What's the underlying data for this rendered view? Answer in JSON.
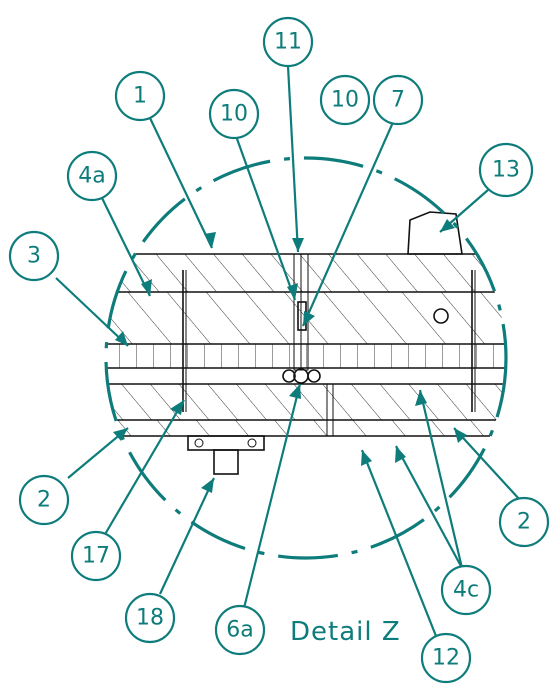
{
  "caption": "Detail Z",
  "accent_color": "#0e7c7b",
  "labels": [
    {
      "id": "label-1",
      "text": "1"
    },
    {
      "id": "label-11",
      "text": "11"
    },
    {
      "id": "label-10-left",
      "text": "10"
    },
    {
      "id": "label-10-right",
      "text": "10"
    },
    {
      "id": "label-7",
      "text": "7"
    },
    {
      "id": "label-4a",
      "text": "4a"
    },
    {
      "id": "label-13",
      "text": "13"
    },
    {
      "id": "label-3",
      "text": "3"
    },
    {
      "id": "label-2-left",
      "text": "2"
    },
    {
      "id": "label-2-right",
      "text": "2"
    },
    {
      "id": "label-17",
      "text": "17"
    },
    {
      "id": "label-18",
      "text": "18"
    },
    {
      "id": "label-6a",
      "text": "6a"
    },
    {
      "id": "label-4c",
      "text": "4c"
    },
    {
      "id": "label-12",
      "text": "12"
    }
  ]
}
